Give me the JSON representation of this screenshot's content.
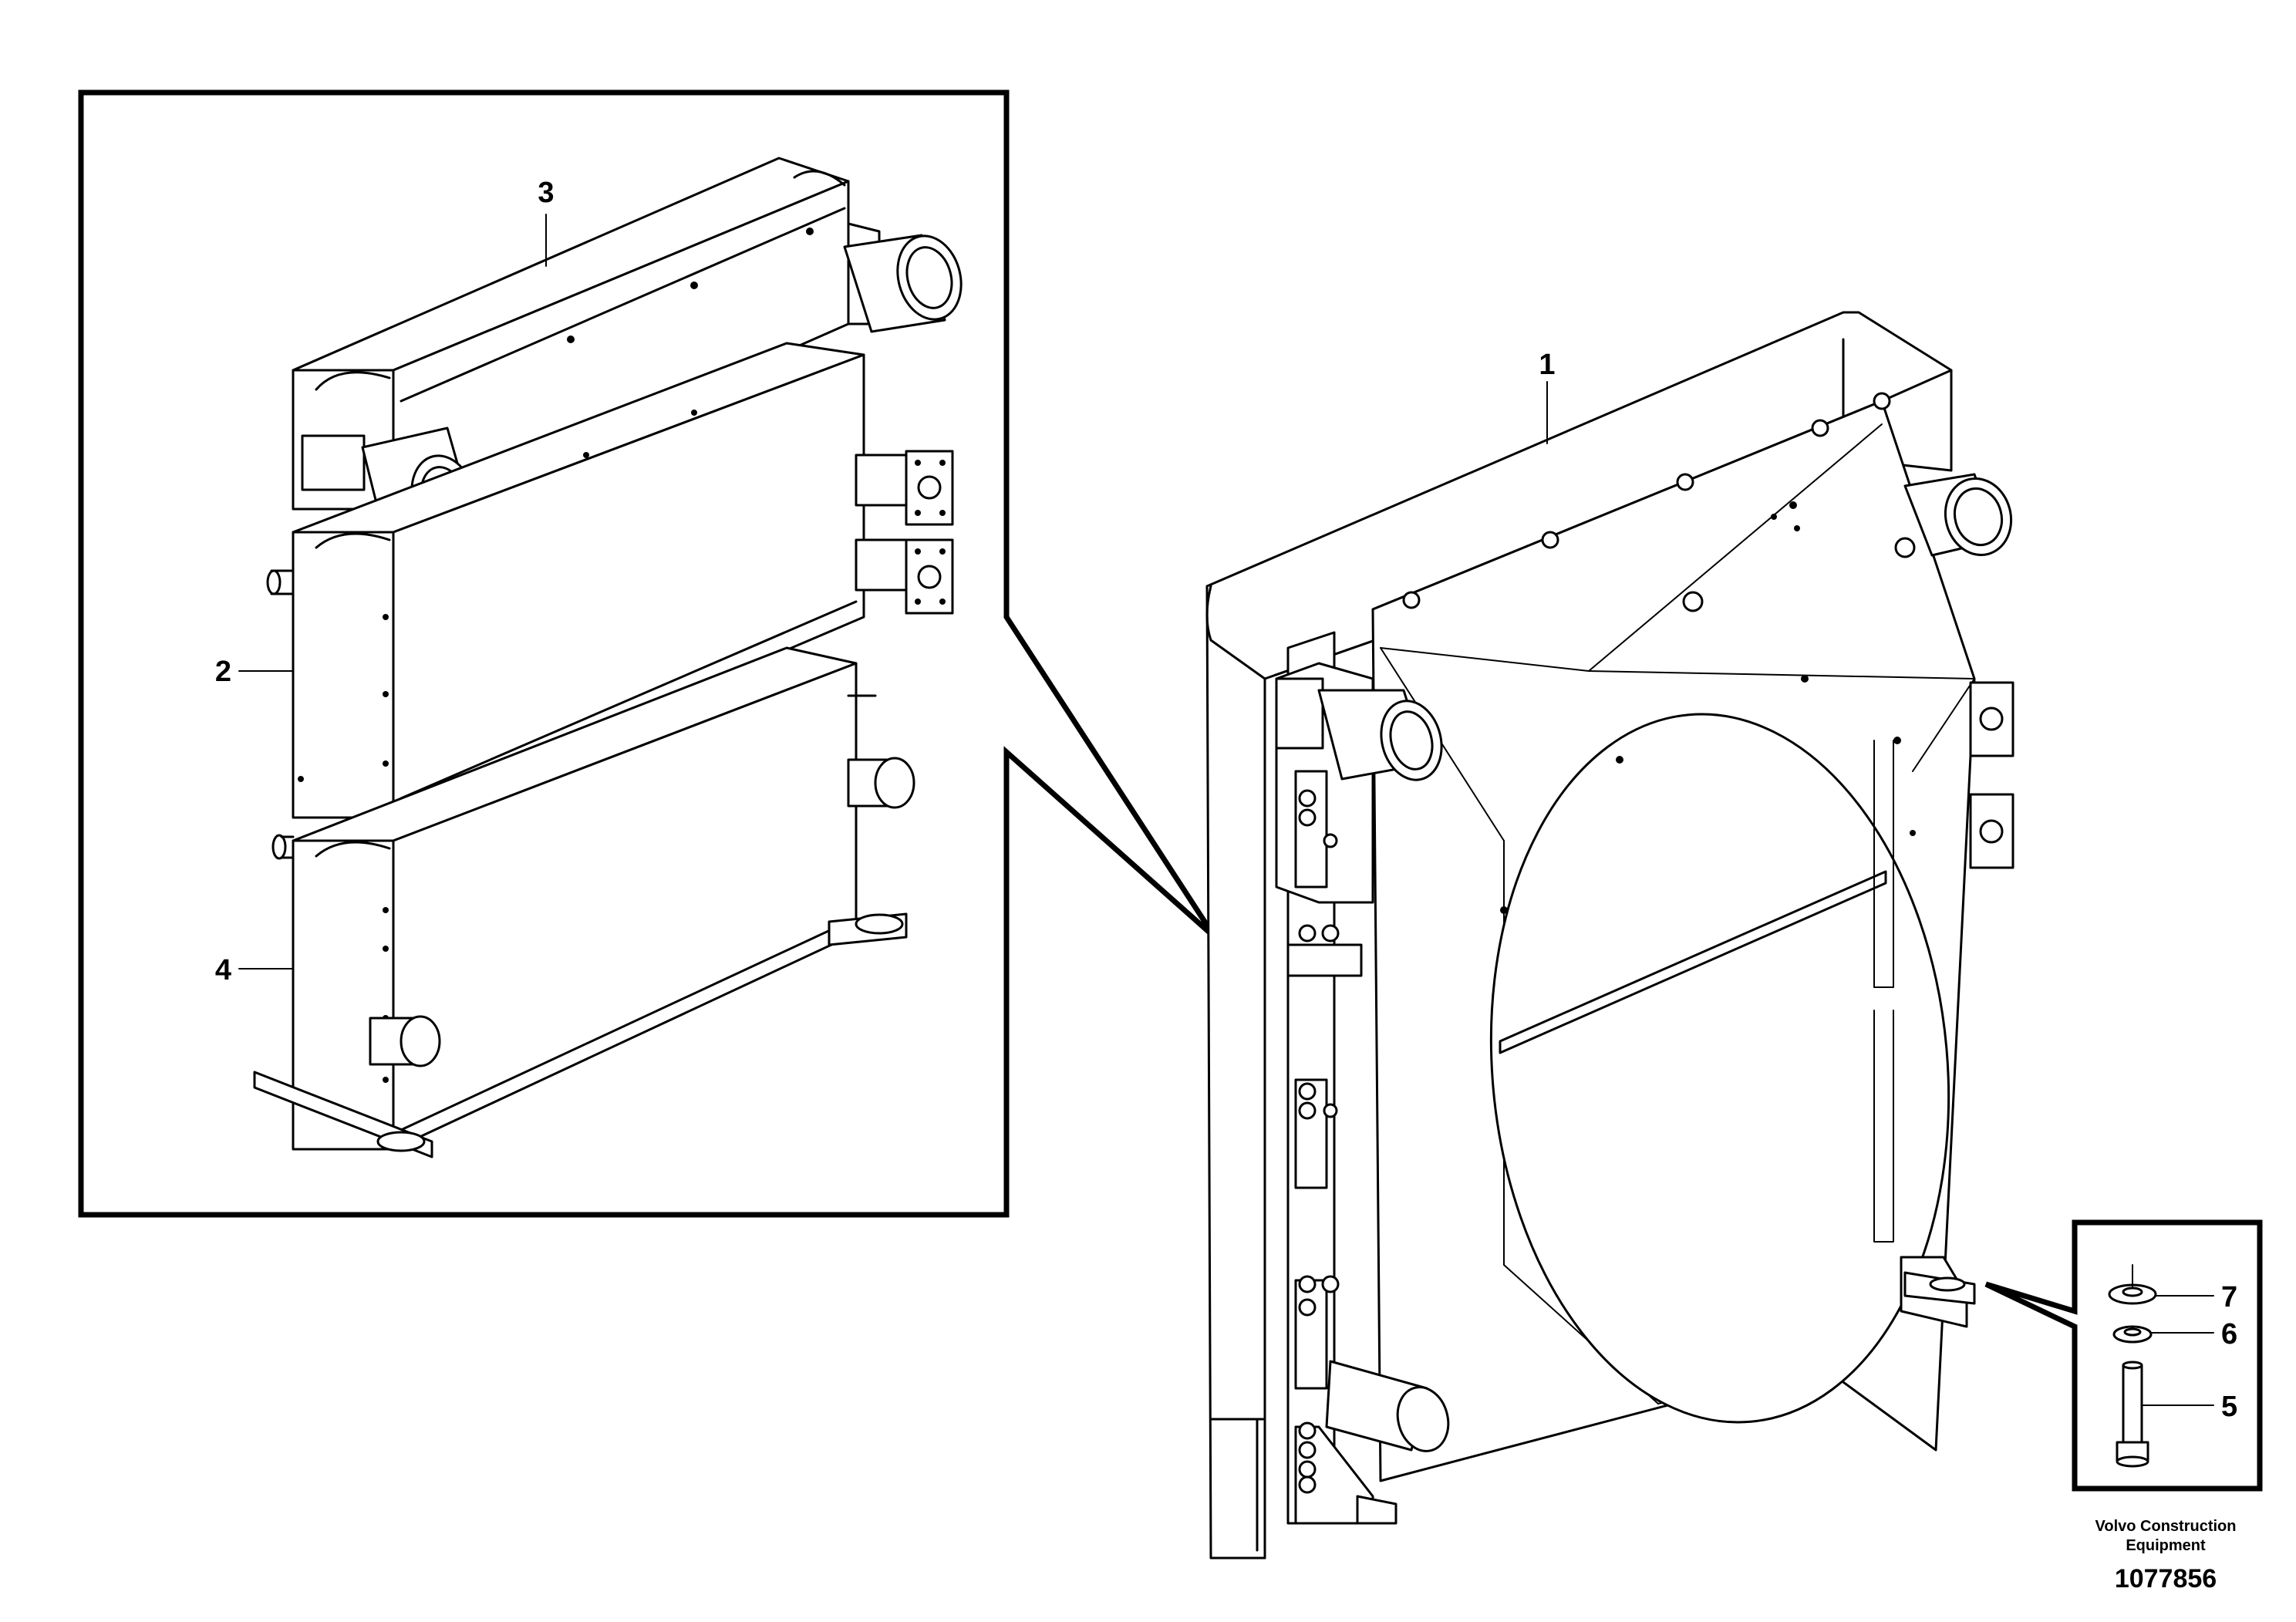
{
  "callouts": {
    "c1": "1",
    "c2": "2",
    "c3": "3",
    "c4": "4",
    "c5": "5",
    "c6": "6",
    "c7": "7"
  },
  "caption": {
    "line1": "Volvo Construction",
    "line2": "Equipment",
    "doc_number": "1077856"
  }
}
